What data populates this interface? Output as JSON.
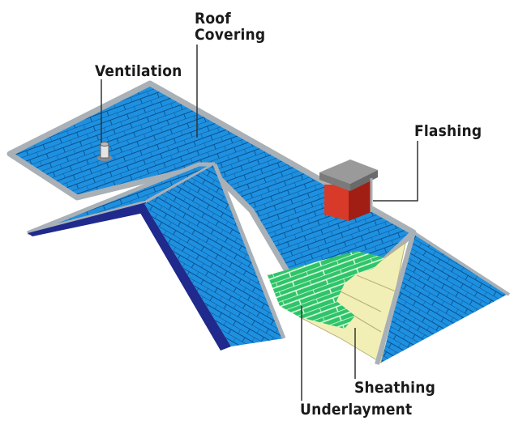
{
  "labels": {
    "roof_covering_line1": "Roof",
    "roof_covering_line2": "Covering",
    "ventilation": "Ventilation",
    "flashing": "Flashing",
    "sheathing": "Sheathing",
    "underlayment": "Underlayment"
  },
  "colors": {
    "shingle_blue": "#1e90e0",
    "shingle_line": "#0a4f8c",
    "roof_edge_gray": "#a9b0b6",
    "dormer_dark_blue": "#1f2a8c",
    "underlayment_green": "#2fc46a",
    "sheathing_cream": "#f2efb6",
    "chimney_red": "#d83a2a",
    "chimney_cap_gray": "#9a9a9a",
    "leader_line": "#333333"
  }
}
